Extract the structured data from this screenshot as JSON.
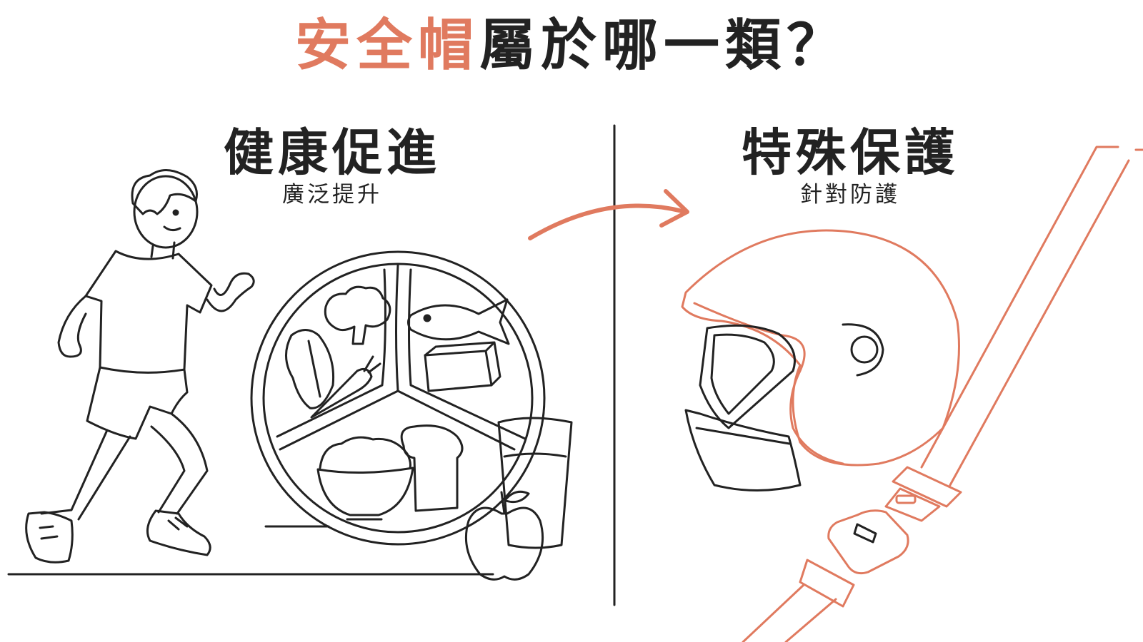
{
  "title": {
    "highlight": "安全帽",
    "rest": "屬於哪一類？"
  },
  "left": {
    "title": "健康促進",
    "subtitle": "廣泛提升"
  },
  "right": {
    "title": "特殊保護",
    "subtitle": "針對防護"
  },
  "colors": {
    "accent": "#e07a5f",
    "ink": "#222222"
  },
  "icons": [
    "runner-icon",
    "food-plate-icon",
    "drink-glass-icon",
    "apple-icon",
    "helmet-icon",
    "seatbelt-icon",
    "arrow-icon"
  ]
}
